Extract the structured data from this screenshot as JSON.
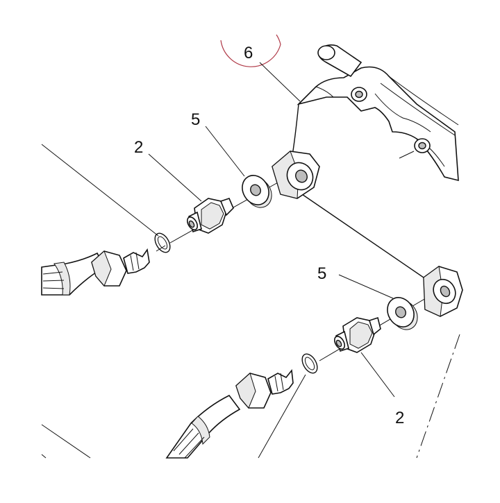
{
  "callouts": {
    "bracket": "6",
    "washer_upper": "5",
    "washer_lower": "5",
    "union_upper": "2",
    "union_lower": "2"
  },
  "colors": {
    "ink": "#111111",
    "highlight_ring": "#b03a48"
  }
}
